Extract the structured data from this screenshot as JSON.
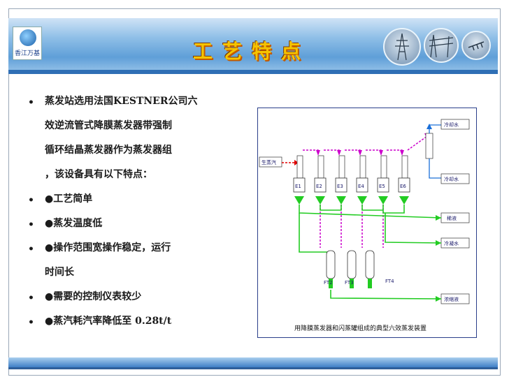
{
  "header": {
    "logo_text": "香江万基",
    "title": "工艺特点"
  },
  "bullets": [
    {
      "lines": [
        "蒸发站选用法国KESTNER公司六",
        "效逆流管式降膜蒸发器带强制",
        "循环结晶蒸发器作为蒸发器组",
        "，该设备具有以下特点："
      ]
    },
    {
      "lines": [
        "●工艺简单"
      ]
    },
    {
      "lines": [
        "●蒸发温度低"
      ]
    },
    {
      "lines": [
        "●操作范围宽操作稳定，运行",
        "时间长"
      ]
    },
    {
      "lines": [
        "●需要的控制仪表较少"
      ]
    },
    {
      "lines": [
        "●蒸汽耗汽率降低至 0.28t/t"
      ]
    }
  ],
  "diagram": {
    "inlet": "生蒸汽",
    "evaporators": [
      "E1",
      "E2",
      "E3",
      "E4",
      "E5",
      "E6"
    ],
    "flash_tanks": [
      "FT2",
      "FT3",
      "FT4"
    ],
    "outputs": [
      "冷却水",
      "冷却水",
      "稀液",
      "冷凝水",
      "浓缩液"
    ],
    "caption": "用降膜蒸发器和闪蒸罐组成的典型六效蒸发装置"
  },
  "colors": {
    "title": "#f5c400",
    "steam": "#cc00cc",
    "liquid": "#00cc00",
    "water": "#1a6fd8",
    "inlet": "#e00000"
  }
}
